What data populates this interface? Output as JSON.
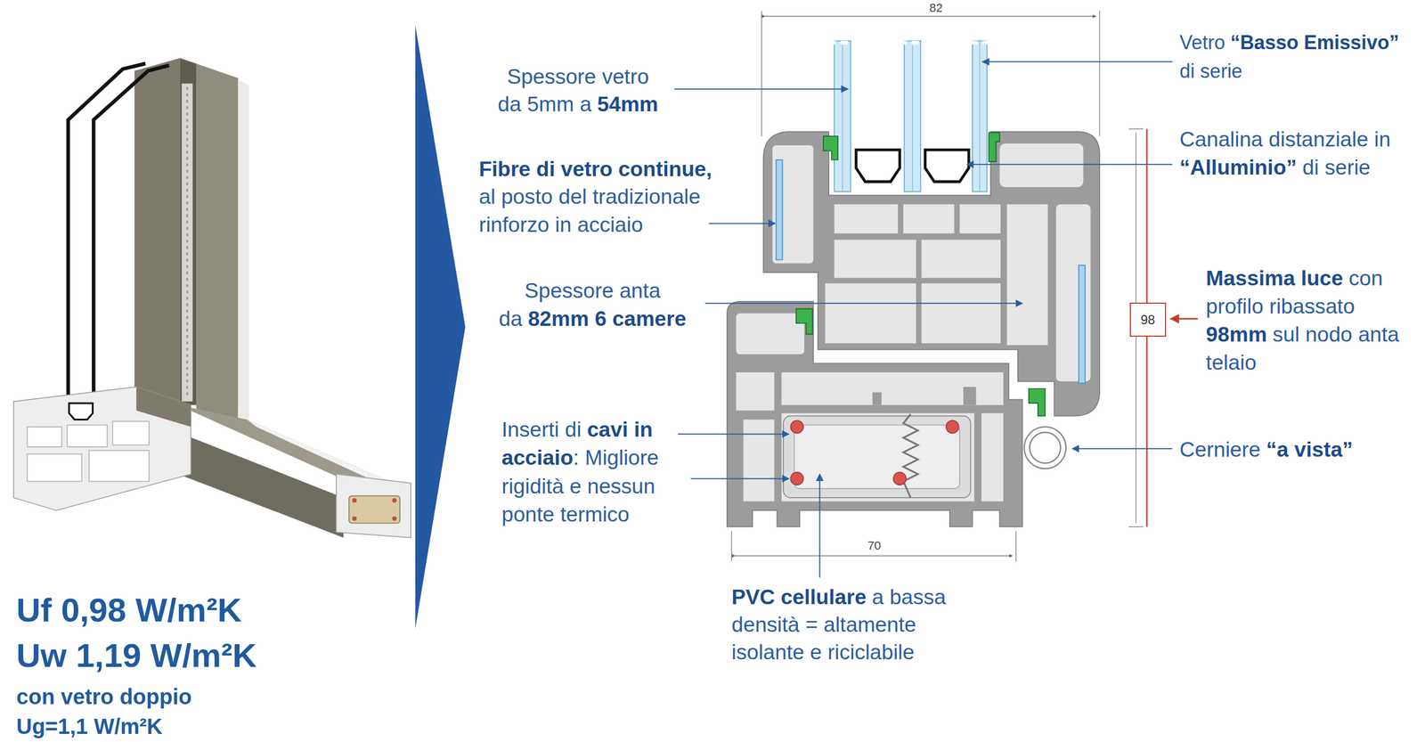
{
  "diagram": {
    "nodes": [
      {
        "text": [
          "98"
        ]
      }
    ],
    "labels": [
      "82",
      "70",
      "Spessore vetro",
      "da 5mm a",
      "54mm",
      "Fibre di vetro continue,",
      "al posto del tradizionale",
      "rinforzo in acciaio",
      "Spessore anta",
      "da",
      "82mm 6 camere",
      "Inserti di",
      "cavi in",
      "acciaio",
      ": Migliore",
      "rigidità e nessun",
      "ponte termico",
      "PVC cellulare",
      "a bassa",
      "densità = altamente",
      "isolante e riciclabile",
      "Vetro",
      "“Basso Emissivo”",
      "di serie",
      "Canalina distanziale in",
      "“Alluminio”",
      "di serie",
      "Massima luce",
      "con",
      "profilo ribassato",
      "98mm",
      "sul nodo anta",
      "telaio",
      "Cerniere",
      "“a vista”",
      "Uf 0,98 W/m²K",
      "Uw 1,19 W/m²K",
      "con vetro doppio",
      "Ug=1,1 W/m²K"
    ]
  }
}
